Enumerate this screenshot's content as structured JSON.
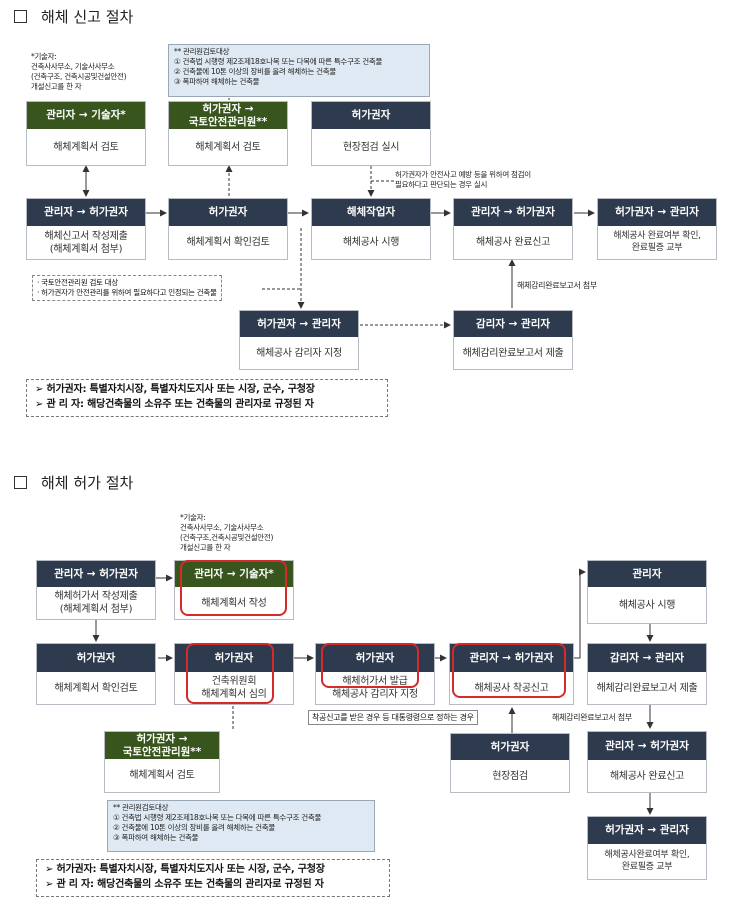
{
  "section1": {
    "title": "해체 신고 절차",
    "note_engineer": "*기술자:\n건축사사무소, 기술사사무소\n(건축구조, 건축시공및건설안전)\n개설신고를 한 자",
    "note_review": "** 관리원검토대상\n① 건축법 시행령 제2조제18호나목 또는 다목에 따른 특수구조 건축물\n② 건축물에 10톤 이상의 장비를 올려 해체하는 건축물\n③ 폭파하여 해체하는 건축물",
    "note_safety_check": "허가권자가 안전사고 예방 등을 위하여 점검이\n필요하다고 판단되는 경우 실시",
    "note_supervisor": "· 국토안전관리원 검토 대상\n· 허가권자가 안전관리를 위하여 필요하다고 인정되는 건축물",
    "label_report": "해체감리완료보고서 첨부",
    "nodes": [
      {
        "head": "관리자 → 기술자*",
        "body": "해체계획서 검토"
      },
      {
        "head": "허가권자 →\n국토안전관리원**",
        "body": "해체계획서 검토"
      },
      {
        "head": "허가권자",
        "body": "현장점검 실시"
      },
      {
        "head": "관리자 → 허가권자",
        "body": "해체신고서 작성제출\n(해체계획서 첨부)"
      },
      {
        "head": "허가권자",
        "body": "해체계획서 확인검토"
      },
      {
        "head": "해체작업자",
        "body": "해체공사 시행"
      },
      {
        "head": "관리자 → 허가권자",
        "body": "해체공사 완료신고"
      },
      {
        "head": "허가권자 → 관리자",
        "body": "해체공사 완료여부 확인,\n완료필증 교부"
      },
      {
        "head": "허가권자 → 관리자",
        "body": "해체공사 감리자 지정"
      },
      {
        "head": "감리자 → 관리자",
        "body": "해체감리완료보고서 제출"
      }
    ],
    "legend": [
      "➢  허가권자: 특별자치시장, 특별자치도지사 또는 시장, 군수, 구청장",
      "➢  관 리 자: 해당건축물의 소유주 또는 건축물의 관리자로 규정된 자"
    ]
  },
  "section2": {
    "title": "해체 허가 절차",
    "note_engineer": "*기술자:\n건축사사무소, 기술사사무소\n(건축구조,건축시공및건설안전)\n개설신고를 한 자",
    "note_review": "** 관리원검토대상\n①  건축법 시행령 제2조제18호나목 또는 다목에 따른 특수구조 건축물\n②  건축물에 10톤 이상의 장비를 올려 해체하는 건축물\n③  폭파하여 해체하는 건축물",
    "note_start": "착공신고를 받은 경우 등 대통령령으로 정하는 경우",
    "label_report": "해체감리완료보고서 첨부",
    "nodes": [
      {
        "head": "관리자 → 허가권자",
        "body": "해체허가서 작성제출\n(해체계획서 첨부)"
      },
      {
        "head": "관리자 → 기술자*",
        "body": "해체계획서 작성"
      },
      {
        "head": "허가권자",
        "body": "해체계획서 확인검토"
      },
      {
        "head": "허가권자",
        "body": "건축위원회\n해체계획서 심의"
      },
      {
        "head": "허가권자",
        "body": "해체허가서 발급\n해체공사 감리자 지정"
      },
      {
        "head": "관리자 → 허가권자",
        "body": "해체공사 착공신고"
      },
      {
        "head": "관리자",
        "body": "해체공사 시행"
      },
      {
        "head": "감리자 → 관리자",
        "body": "해체감리완료보고서 제출"
      },
      {
        "head": "허가권자 →\n국토안전관리원**",
        "body": "해체계획서 검토"
      },
      {
        "head": "허가권자",
        "body": "현장점검"
      },
      {
        "head": "관리자 → 허가권자",
        "body": "해체공사 완료신고"
      },
      {
        "head": "허가권자 → 관리자",
        "body": "해체공사완료여부 확인,\n완료필증 교부"
      }
    ],
    "legend": [
      "➢  허가권자: 특별자치시장, 특별자치도지사 또는 시장, 군수, 구청장",
      "➢  관 리 자: 해당건축물의 소유주 또는 건축물의 관리자로 규정된 자"
    ]
  },
  "colors": {
    "navy": "#2e3a4d",
    "green": "#38551e",
    "highlight": "#d42a2a",
    "note_bg": "#dfe9f3"
  }
}
